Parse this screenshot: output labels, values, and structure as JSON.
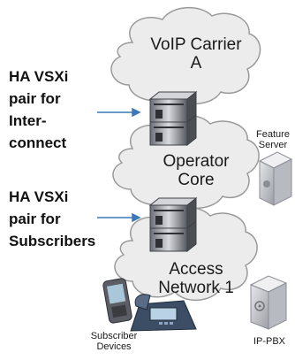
{
  "clouds": {
    "carrier": "VoIP Carrier A",
    "core": "Operator Core",
    "access": "Access Network 1"
  },
  "annotations": {
    "interconnect": [
      "HA VSXi",
      "pair for",
      "Inter-",
      "connect"
    ],
    "subscribers": [
      "HA VSXi",
      "pair for",
      "Subscribers"
    ]
  },
  "devices": {
    "feature_server": "Feature Server",
    "ip_pbx": "IP-PBX",
    "subscriber_devices": "Subscriber Devices"
  },
  "colors": {
    "cloud_fill": "#ececec",
    "cloud_stroke": "#9a9a9a",
    "arrow": "#3a78b8",
    "server_dark": "#3f4146",
    "server_light": "#c9cbd0"
  }
}
